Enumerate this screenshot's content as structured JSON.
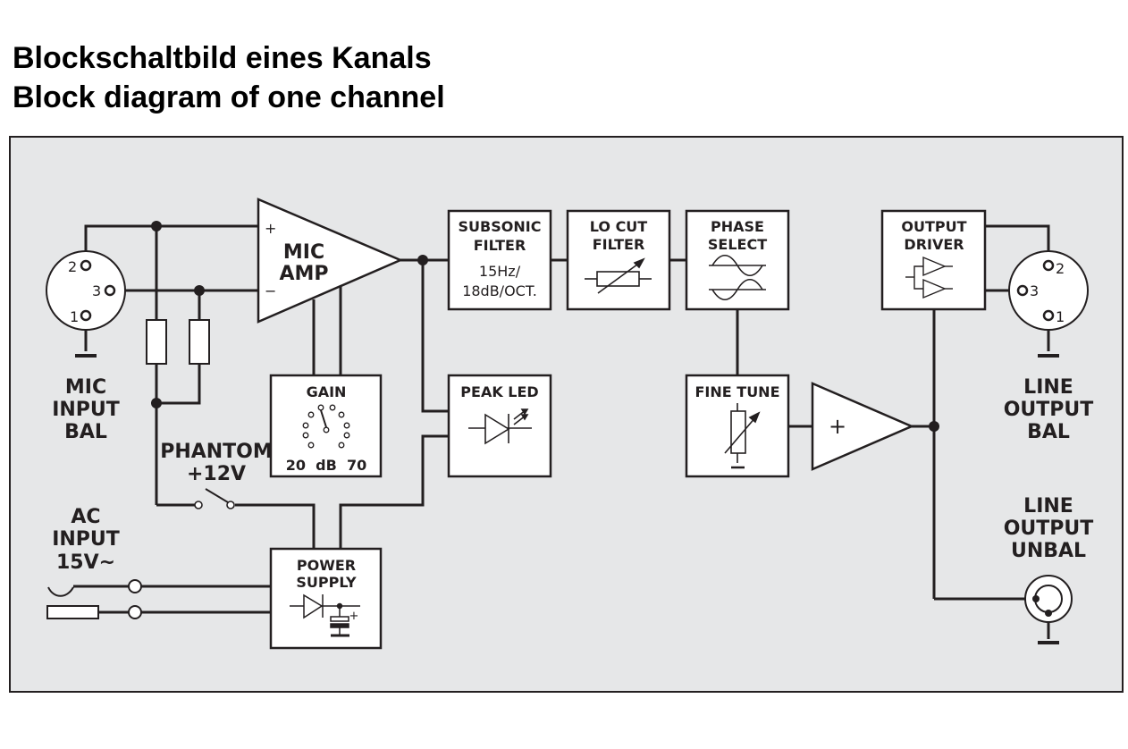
{
  "title": {
    "german": "Blockschaltbild eines Kanals",
    "english": "Block diagram of one channel"
  },
  "colors": {
    "panel_background": "#e6e7e8",
    "ink": "#231f20",
    "block_fill": "#ffffff"
  },
  "inputs": {
    "mic_input": {
      "label": [
        "MIC",
        "INPUT",
        "BAL"
      ],
      "pins": [
        "2",
        "3",
        "1"
      ]
    },
    "phantom": {
      "label": [
        "PHANTOM",
        "+12V"
      ]
    },
    "ac_input": {
      "label": [
        "AC",
        "INPUT",
        "15V~"
      ]
    }
  },
  "blocks": {
    "mic_amp": {
      "label": [
        "MIC",
        "AMP"
      ],
      "plus": "+",
      "minus": "−"
    },
    "gain": {
      "label": "GAIN",
      "scale": "20  dB  70"
    },
    "subsonic_filter": {
      "label": [
        "SUBSONIC",
        "FILTER"
      ],
      "spec": [
        "15Hz/",
        "18dB/OCT."
      ]
    },
    "lo_cut_filter": {
      "label": [
        "LO CUT",
        "FILTER"
      ]
    },
    "phase_select": {
      "label": [
        "PHASE",
        "SELECT"
      ]
    },
    "peak_led": {
      "label": "PEAK LED"
    },
    "fine_tune": {
      "label": "FINE TUNE"
    },
    "summing_amp": {
      "symbol": "+"
    },
    "output_driver": {
      "label": [
        "OUTPUT",
        "DRIVER"
      ]
    },
    "power_supply": {
      "label": [
        "POWER",
        "SUPPLY"
      ],
      "cap_polarity": "+"
    }
  },
  "outputs": {
    "line_output_bal": {
      "label": [
        "LINE",
        "OUTPUT",
        "BAL"
      ],
      "pins": [
        "2",
        "3",
        "1"
      ]
    },
    "line_output_unbal": {
      "label": [
        "LINE",
        "OUTPUT",
        "UNBAL"
      ]
    }
  }
}
